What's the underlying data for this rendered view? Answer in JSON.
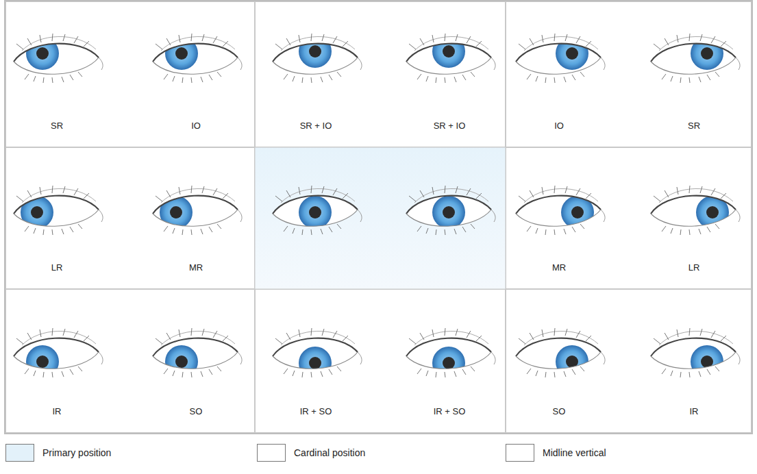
{
  "diagram": {
    "nodes": [
      {
        "text": [
          "SR",
          "IO"
        ]
      },
      {
        "text": [
          "SR + IO",
          "SR + IO"
        ]
      },
      {
        "text": [
          "IO",
          "SR"
        ]
      },
      {
        "text": [
          "LR",
          "MR"
        ]
      },
      {
        "text": [
          "MR",
          "LR"
        ]
      },
      {
        "text": [
          "IR",
          "SO"
        ]
      },
      {
        "text": [
          "IR + SO",
          "IR + SO"
        ]
      },
      {
        "text": [
          "SO",
          "IR"
        ]
      }
    ],
    "legend": [
      {
        "text": "Primary position",
        "color": "#e3f1fa"
      },
      {
        "text": "Cardinal position",
        "color": "#ffffff"
      },
      {
        "text": "Midline vertical",
        "color": "#ffffff"
      }
    ]
  }
}
